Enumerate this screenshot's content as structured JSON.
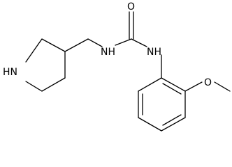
{
  "atoms": {
    "ring_nh": "HN",
    "linker_nh": "NH",
    "aryl_nh": "NH",
    "carbonyl_o": "O",
    "ether_o": "O"
  },
  "colors": {
    "ink": "#000000",
    "background": "#ffffff"
  }
}
